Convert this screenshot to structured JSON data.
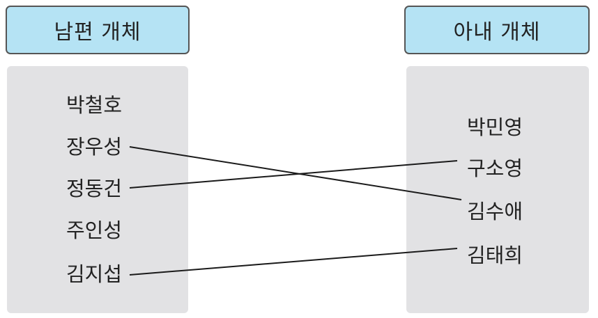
{
  "husband": {
    "title": "남편 개체",
    "names": [
      "박철호",
      "장우성",
      "정동건",
      "주인성",
      "김지섭"
    ]
  },
  "wife": {
    "title": "아내 개체",
    "names": [
      "박민영",
      "구소영",
      "김수애",
      "김태희"
    ]
  },
  "links": [
    {
      "husband": "장우성",
      "wife": "김수애"
    },
    {
      "husband": "정동건",
      "wife": "구소영"
    },
    {
      "husband": "김지섭",
      "wife": "김태희"
    }
  ],
  "colors": {
    "header_fill": "#b5e3f4",
    "header_border": "#555555",
    "panel_fill": "#e2e2e4",
    "line": "#1a1a1a"
  }
}
